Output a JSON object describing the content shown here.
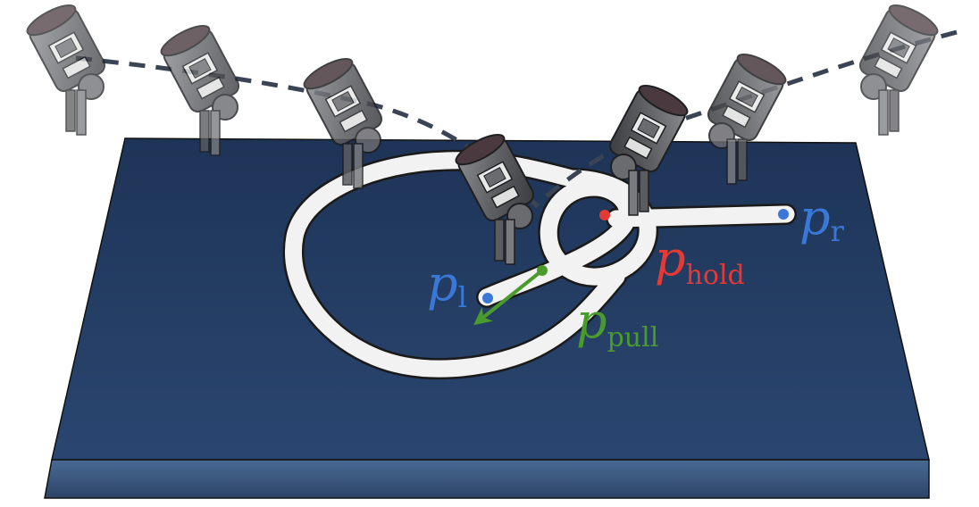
{
  "colors": {
    "table_top": "#223a5e",
    "table_front": "#3b5a83",
    "rope": "#f2f2f2",
    "rope_outline": "#1a1a1a",
    "gripper_body": "#5f6063",
    "gripper_dark": "#2f3033",
    "trajectory": "#3a4454",
    "point_end": "#3a78d8",
    "point_hold": "#e53935",
    "point_pull": "#4a9a2e",
    "label_blue": "#3a78d8",
    "label_red": "#e53935",
    "label_green": "#4a9a2e"
  },
  "labels": {
    "p_left": {
      "main": "p",
      "sub": "l"
    },
    "p_right": {
      "main": "p",
      "sub": "r"
    },
    "p_hold": {
      "main": "p",
      "sub": "hold"
    },
    "p_pull": {
      "main": "p",
      "sub": "pull"
    }
  },
  "icons": {
    "gripper": "robot-gripper-icon",
    "arrow": "pull-direction-arrow-icon"
  }
}
